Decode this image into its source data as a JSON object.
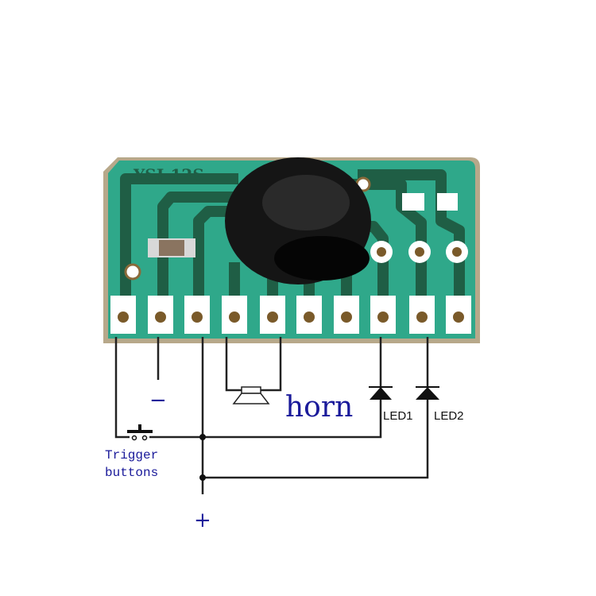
{
  "board": {
    "label": "YSJ-12S",
    "pcb_color": "#2fa88a",
    "trace_color": "#1f5e45"
  },
  "labels": {
    "minus": "−",
    "plus": "+",
    "horn": "horn",
    "led1": "LED1",
    "led2": "LED2",
    "trigger_line1": "Trigger",
    "trigger_line2": "buttons"
  },
  "colors": {
    "label_blue": "#1a1a9a",
    "wire": "#222222"
  }
}
